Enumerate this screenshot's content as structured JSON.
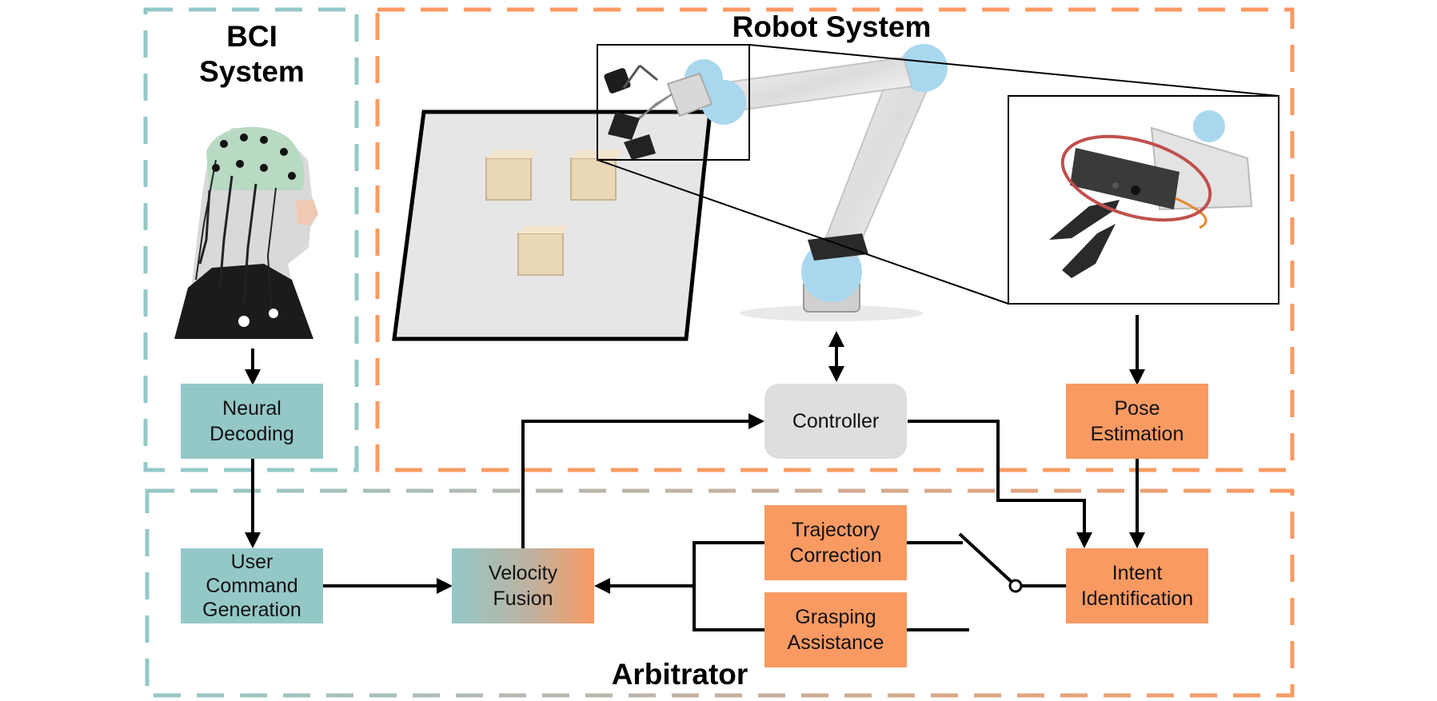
{
  "regions": {
    "bci_title": "BCI\nSystem",
    "robot_title": "Robot System",
    "arbitrator_title": "Arbitrator"
  },
  "nodes": {
    "neural_decoding": "Neural\nDecoding",
    "user_command_generation": "User\nCommand\nGeneration",
    "velocity_fusion": "Velocity\nFusion",
    "controller": "Controller",
    "pose_estimation": "Pose\nEstimation",
    "intent_identification": "Intent\nIdentification",
    "trajectory_correction": "Trajectory\nCorrection",
    "grasping_assistance": "Grasping\nAssistance"
  },
  "colors": {
    "bci_accent": "#94c8c7",
    "robot_accent": "#fa9a63",
    "controller_fill": "#dedede",
    "camera_highlight": "#c0504d",
    "edge": "#000000"
  },
  "illustrations": [
    "eeg-cap-user-icon",
    "robot-arm-icon",
    "workspace-table-with-cubes-icon",
    "wrist-camera-gripper-icon"
  ]
}
